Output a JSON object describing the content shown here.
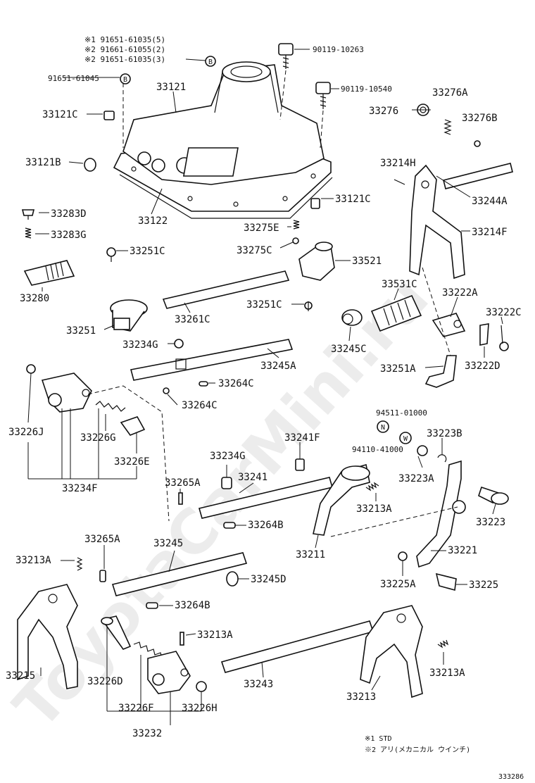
{
  "watermark": "ToyotaCarMini.ru",
  "figure_code": "333286",
  "notes": {
    "top_variants": [
      "※1 91651-61035(5)",
      "※2 91661-61055(2)",
      "※2 91651-61035(3)"
    ],
    "footnotes": [
      "※1 STD",
      "※2 アリ(メカニカル ウインチ)"
    ]
  },
  "part_labels": {
    "p91651_61045": "91651-61045",
    "p90119_10263": "90119-10263",
    "p90119_10540": "90119-10540",
    "p33121": "33121",
    "p33121C_a": "33121C",
    "p33121C_b": "33121C",
    "p33121B": "33121B",
    "p33122": "33122",
    "p33276A": "33276A",
    "p33276": "33276",
    "p33276B": "33276B",
    "p33214H": "33214H",
    "p33244A": "33244A",
    "p33214F": "33214F",
    "p33283D": "33283D",
    "p33283G": "33283G",
    "p33251C_a": "33251C",
    "p33275E": "33275E",
    "p33275C": "33275C",
    "p33521": "33521",
    "p33280": "33280",
    "p33261C": "33261C",
    "p33251C_b": "33251C",
    "p33531C": "33531C",
    "p33222A": "33222A",
    "p33222C": "33222C",
    "p33251": "33251",
    "p33234G_a": "33234G",
    "p33245C": "33245C",
    "p33222D": "33222D",
    "p33245A": "33245A",
    "p33251A": "33251A",
    "p33264C_a": "33264C",
    "p33264C_b": "33264C",
    "p33226J": "33226J",
    "p33226G": "33226G",
    "p33226E": "33226E",
    "p33234F": "33234F",
    "p94511_01000": "94511-01000",
    "p94110_41000": "94110-41000",
    "p33223B": "33223B",
    "p33223A": "33223A",
    "p33241F": "33241F",
    "p33234G_b": "33234G",
    "p33241": "33241",
    "p33265A_a": "33265A",
    "p33213A_a": "33213A",
    "p33223": "33223",
    "p33264B_a": "33264B",
    "p33211": "33211",
    "p33221": "33221",
    "p33265A_b": "33265A",
    "p33245": "33245",
    "p33213A_b": "33213A",
    "p33245D": "33245D",
    "p33225A": "33225A",
    "p33225": "33225",
    "p33264B_b": "33264B",
    "p33213A_c": "33213A",
    "p33215": "33215",
    "p33226D": "33226D",
    "p33243": "33243",
    "p33213": "33213",
    "p33213A_d": "33213A",
    "p33226F": "33226F",
    "p33226H": "33226H",
    "p33232": "33232"
  },
  "circle_markers": {
    "b1": "B",
    "b2": "B",
    "n": "N",
    "w": "W"
  }
}
